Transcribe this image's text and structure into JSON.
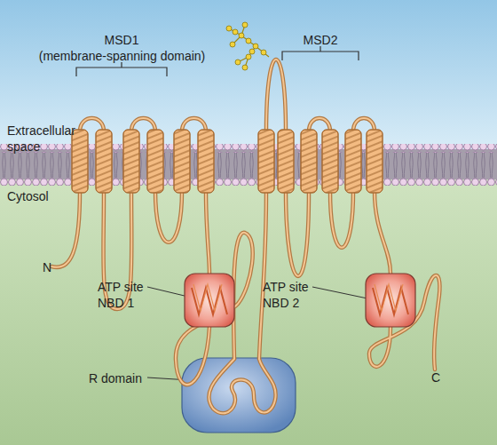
{
  "diagram": {
    "labels": [
      "MSD1",
      "(membrane-spanning domain)",
      "MSD2",
      "Extracellular space",
      "Cytosol",
      "N",
      "ATP site NBD 1",
      "ATP site NBD 2",
      "R domain",
      "C"
    ]
  }
}
